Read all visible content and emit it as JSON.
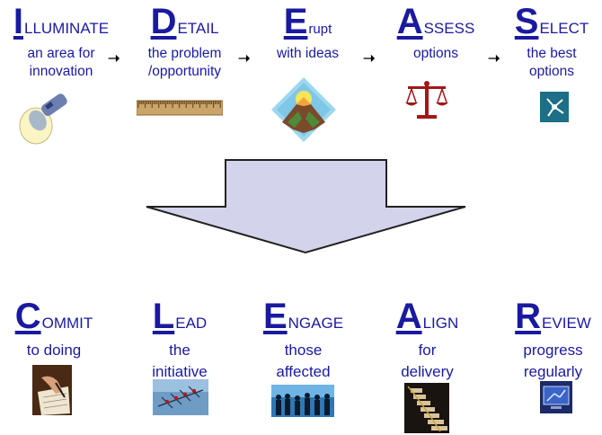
{
  "top_steps": [
    {
      "letter": "I",
      "rest": "lluminate",
      "desc": "an area for\ninnovation",
      "icon": "flashlight-icon"
    },
    {
      "letter": "D",
      "rest": "etail",
      "desc": "the problem\n/opportunity",
      "icon": "ruler-icon"
    },
    {
      "letter": "E",
      "rest": "rupt",
      "desc": "with ideas",
      "icon": "volcano-icon"
    },
    {
      "letter": "A",
      "rest": "ssess",
      "desc": "options",
      "icon": "scales-icon"
    },
    {
      "letter": "S",
      "rest": "elect",
      "desc": "the best\noptions",
      "icon": "selection-icon"
    }
  ],
  "bottom_steps": [
    {
      "letter": "C",
      "rest": "ommit",
      "desc": "to doing",
      "icon": "signing-icon"
    },
    {
      "letter": "L",
      "rest": "ead",
      "desc": "the\ninitiative",
      "icon": "rowing-team-icon"
    },
    {
      "letter": "E",
      "rest": "ngage",
      "desc": "those\naffected",
      "icon": "people-silhouette-icon"
    },
    {
      "letter": "A",
      "rest": "lign",
      "desc": "for\ndelivery",
      "icon": "staircase-icon"
    },
    {
      "letter": "R",
      "rest": "eview",
      "desc": "progress\nregularly",
      "icon": "monitor-icon"
    }
  ],
  "colors": {
    "text": "#1a1aa0",
    "big_arrow_fill": "#d4d3ec",
    "big_arrow_stroke": "#222222"
  }
}
